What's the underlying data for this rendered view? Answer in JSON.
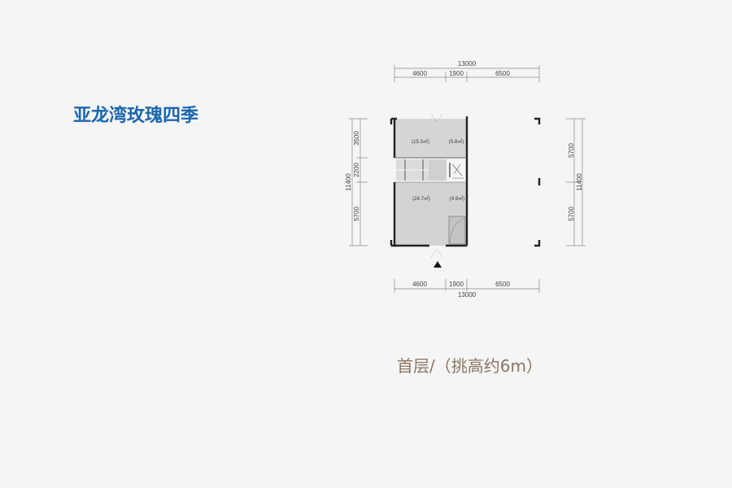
{
  "title": "亚龙湾玫瑰四季",
  "caption": "首层/（挑高约6m）",
  "colors": {
    "title": "#1b66ad",
    "caption": "#8a7563"
  },
  "dimensions": {
    "top_total": "13000",
    "top_segments": [
      "4600",
      "1900",
      "6500"
    ],
    "bottom_total": "13000",
    "bottom_segments": [
      "4600",
      "1900",
      "6500"
    ],
    "left_total": "11400",
    "left_segments": [
      "3500",
      "2200",
      "5700"
    ],
    "right_total": "11400",
    "right_segments": [
      "5700",
      "5700"
    ]
  },
  "rooms": [
    "(15.3㎡)",
    "(5.8㎡)",
    "(24.7㎡)",
    "(4.9㎡)"
  ],
  "entrance_marker": "triangle-up"
}
